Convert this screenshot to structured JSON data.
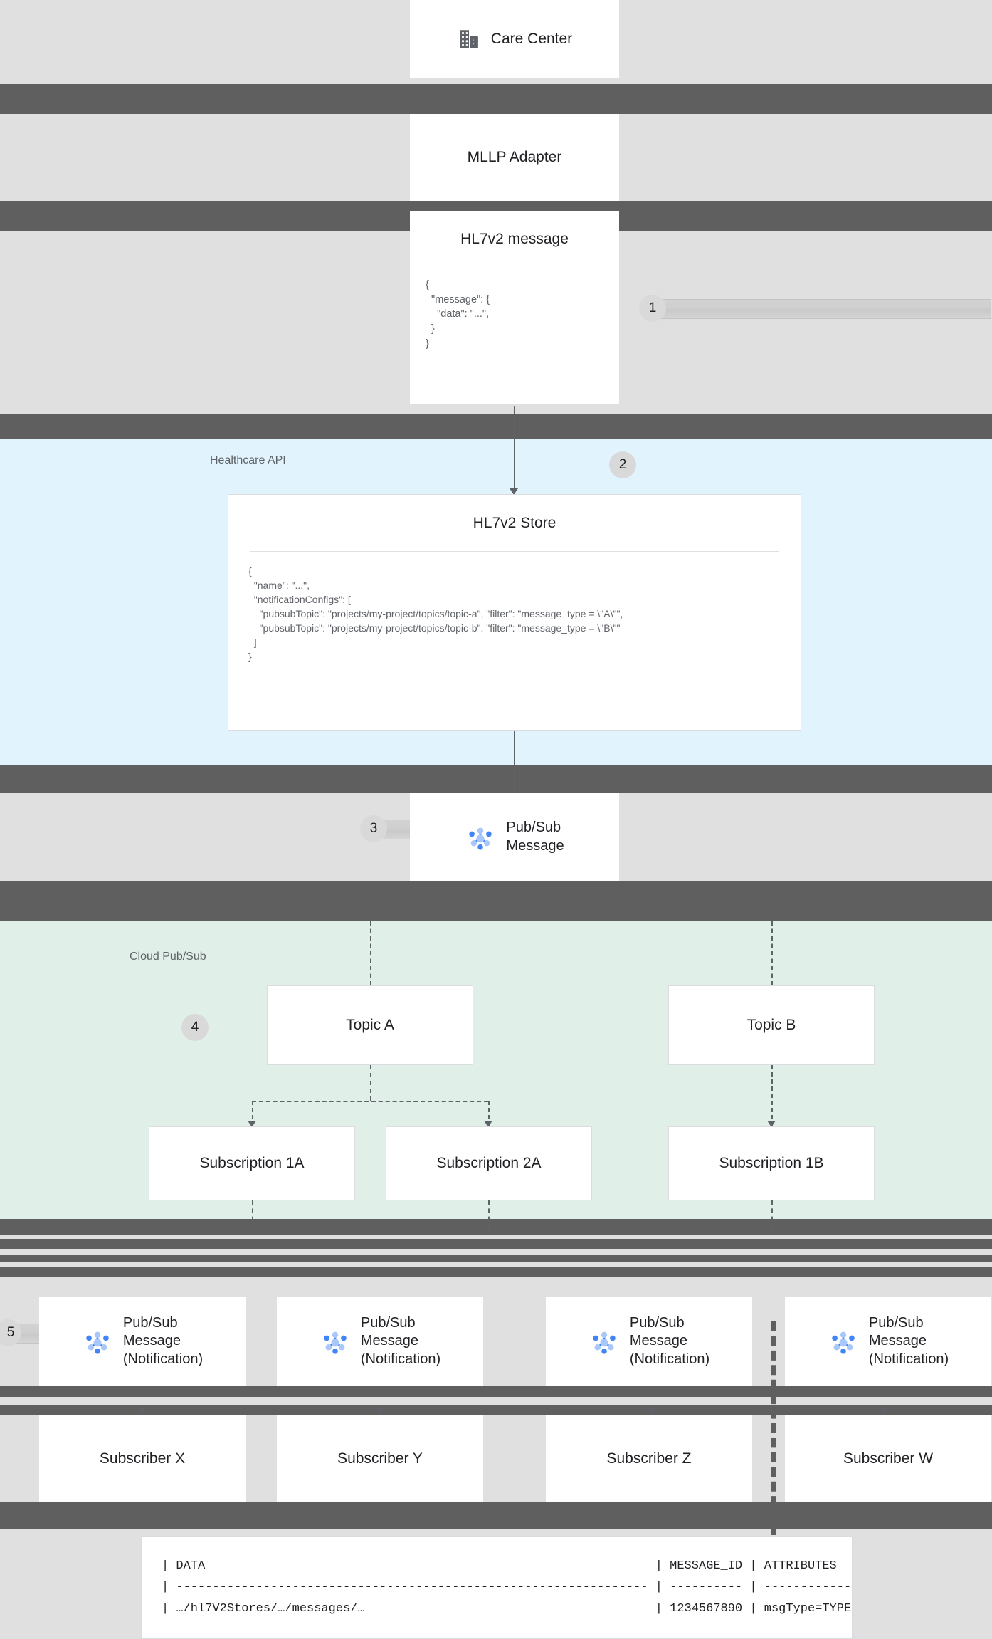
{
  "diagram": {
    "title": "HL7v2 Pub/Sub notification flow",
    "colors": {
      "section_healthcare": "#e1f4fd",
      "section_pubsub": "#e0efe7",
      "band_dark": "#5f5f5f",
      "page_background": "#e0e0e0",
      "node_fill": "#ffffff",
      "node_border": "#dadce0",
      "connector": "#5f6368",
      "badge_fill": "#d9d9d9",
      "pubsub_icon_blue": "#4285f4",
      "pubsub_icon_light_blue": "#a8c7fa"
    }
  },
  "zones": {
    "healthcare_api": {
      "label": "Healthcare API"
    },
    "cloud_pubsub": {
      "label": "Cloud Pub/Sub"
    }
  },
  "badges": {
    "one": "1",
    "two": "2",
    "three": "3",
    "four": "4",
    "five": "5"
  },
  "nodes": {
    "care_center": {
      "label": "Care Center",
      "icon": "building-icon"
    },
    "mllp_adapter": {
      "label": "MLLP Adapter"
    },
    "hl7v2_message": {
      "title": "HL7v2 message",
      "code": "{\n  \"message\": {\n    \"data\": \"...\",\n  }\n}"
    },
    "hl7v2_store": {
      "title": "HL7v2 Store",
      "code": "{\n  \"name\": \"...\",\n  \"notificationConfigs\": [\n    \"pubsubTopic\": \"projects/my-project/topics/topic-a\", \"filter\": \"message_type = \\\"A\\\"\",\n    \"pubsubTopic\": \"projects/my-project/topics/topic-b\", \"filter\": \"message_type = \\\"B\\\"\"\n  ]\n}"
    },
    "pubsub_message": {
      "label": "Pub/Sub\nMessage",
      "icon": "pubsub-icon"
    },
    "topic_a": {
      "label": "Topic A"
    },
    "topic_b": {
      "label": "Topic B"
    },
    "subscription_1a": {
      "label": "Subscription 1A"
    },
    "subscription_2a": {
      "label": "Subscription 2A"
    },
    "subscription_1b": {
      "label": "Subscription 1B"
    },
    "notification_1": {
      "label": "Pub/Sub\nMessage\n(Notification)",
      "icon": "pubsub-icon"
    },
    "notification_2": {
      "label": "Pub/Sub\nMessage\n(Notification)",
      "icon": "pubsub-icon"
    },
    "notification_3": {
      "label": "Pub/Sub\nMessage\n(Notification)",
      "icon": "pubsub-icon"
    },
    "notification_4": {
      "label": "Pub/Sub\nMessage\n(Notification)",
      "icon": "pubsub-icon"
    },
    "subscriber_x": {
      "label": "Subscriber X"
    },
    "subscriber_y": {
      "label": "Subscriber Y"
    },
    "subscriber_z": {
      "label": "Subscriber Z"
    },
    "subscriber_w": {
      "label": "Subscriber W"
    }
  },
  "output_table": {
    "header_row": "| DATA                                                              | MESSAGE_ID | ATTRIBUTES      |",
    "divider_row": "| ----------------------------------------------------------------- | ---------- | --------------- |",
    "data_row": "| …/hl7V2Stores/…/messages/…                                        | 1234567890 | msgType=TYPE    |",
    "columns": [
      "DATA",
      "MESSAGE_ID",
      "ATTRIBUTES"
    ],
    "rows": [
      {
        "DATA": "…/hl7V2Stores/…/messages/…",
        "MESSAGE_ID": "1234567890",
        "ATTRIBUTES": "msgType=TYPE"
      }
    ]
  }
}
